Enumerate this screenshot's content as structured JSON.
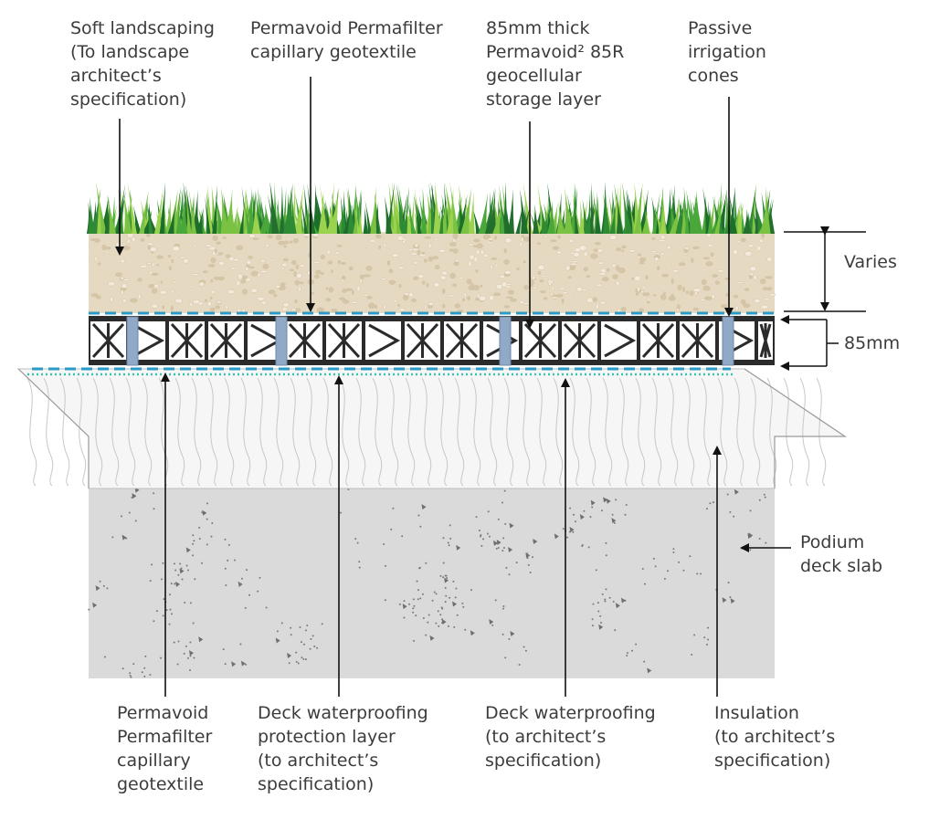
{
  "colors": {
    "grass_dark": "#1f7a2e",
    "grass_light": "#7cc242",
    "soil": "#e6d9c2",
    "geocell": "#2b2b2b",
    "cone": "#8fa9c6",
    "geotextile": "#2a9bc7",
    "insulation_bg": "#f4f4f4",
    "concrete": "#dadada",
    "text": "#3c3c3c"
  },
  "labels": {
    "soft_landscaping": [
      "Soft landscaping",
      "(To landscape",
      "architect’s",
      "specification)"
    ],
    "permafilter_top": [
      "Permavoid Permafilter",
      "capillary geotextile"
    ],
    "storage_layer": [
      "85mm thick",
      "Permavoid² 85R",
      "geocellular",
      "storage layer"
    ],
    "irrigation_cones": [
      "Passive",
      "irrigation",
      "cones"
    ],
    "varies": "Varies",
    "thickness": "85mm",
    "podium": [
      "Podium",
      "deck slab"
    ],
    "permafilter_bottom": [
      "Permavoid",
      "Permafilter",
      "capillary",
      "geotextile"
    ],
    "protection_layer": [
      "Deck waterproofing",
      "protection layer",
      "(to architect’s",
      "specification)"
    ],
    "waterproofing": [
      "Deck waterproofing",
      "(to architect’s",
      "specification)"
    ],
    "insulation": [
      "Insulation",
      "(to architect’s",
      "specification)"
    ]
  }
}
